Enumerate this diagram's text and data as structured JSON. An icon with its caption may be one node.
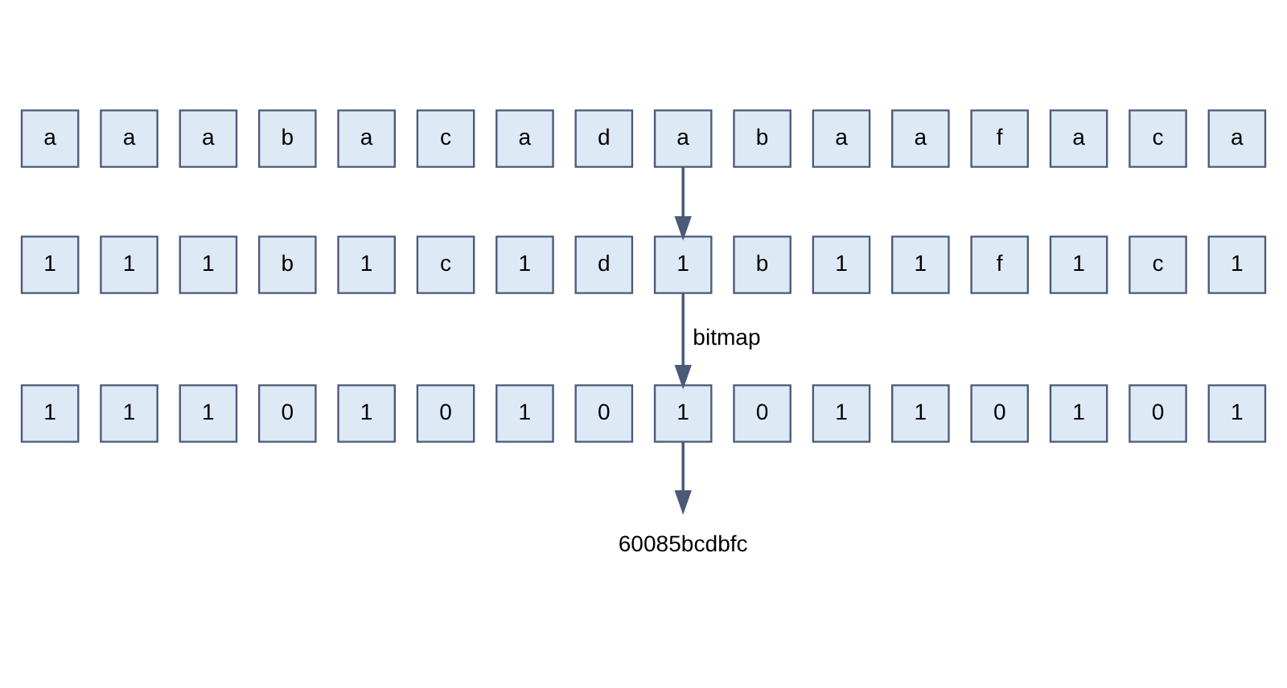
{
  "diagram": {
    "nodes": [
      {
        "text": [
          "a"
        ]
      },
      {
        "text": [
          "a"
        ]
      },
      {
        "text": [
          "a"
        ]
      },
      {
        "text": [
          "b"
        ]
      },
      {
        "text": [
          "a"
        ]
      },
      {
        "text": [
          "c"
        ]
      },
      {
        "text": [
          "a"
        ]
      },
      {
        "text": [
          "d"
        ]
      },
      {
        "text": [
          "a"
        ]
      },
      {
        "text": [
          "b"
        ]
      },
      {
        "text": [
          "a"
        ]
      },
      {
        "text": [
          "a"
        ]
      },
      {
        "text": [
          "f"
        ]
      },
      {
        "text": [
          "a"
        ]
      },
      {
        "text": [
          "c"
        ]
      },
      {
        "text": [
          "a"
        ]
      },
      {
        "text": [
          "1"
        ]
      },
      {
        "text": [
          "1"
        ]
      },
      {
        "text": [
          "1"
        ]
      },
      {
        "text": [
          "b"
        ]
      },
      {
        "text": [
          "1"
        ]
      },
      {
        "text": [
          "c"
        ]
      },
      {
        "text": [
          "1"
        ]
      },
      {
        "text": [
          "d"
        ]
      },
      {
        "text": [
          "1"
        ]
      },
      {
        "text": [
          "b"
        ]
      },
      {
        "text": [
          "1"
        ]
      },
      {
        "text": [
          "1"
        ]
      },
      {
        "text": [
          "f"
        ]
      },
      {
        "text": [
          "1"
        ]
      },
      {
        "text": [
          "c"
        ]
      },
      {
        "text": [
          "1"
        ]
      },
      {
        "text": [
          "1"
        ]
      },
      {
        "text": [
          "1"
        ]
      },
      {
        "text": [
          "1"
        ]
      },
      {
        "text": [
          "0"
        ]
      },
      {
        "text": [
          "1"
        ]
      },
      {
        "text": [
          "0"
        ]
      },
      {
        "text": [
          "1"
        ]
      },
      {
        "text": [
          "0"
        ]
      },
      {
        "text": [
          "1"
        ]
      },
      {
        "text": [
          "0"
        ]
      },
      {
        "text": [
          "1"
        ]
      },
      {
        "text": [
          "1"
        ]
      },
      {
        "text": [
          "0"
        ]
      },
      {
        "text": [
          "1"
        ]
      },
      {
        "text": [
          "0"
        ]
      },
      {
        "text": [
          "1"
        ]
      },
      {
        "text": [
          "60085bcdbfc"
        ]
      }
    ],
    "edges": [
      {
        "from": 8,
        "to": 24,
        "arrow": "to"
      },
      {
        "from": 24,
        "to": 40,
        "arrow": "to",
        "label": "bitmap"
      },
      {
        "from": 40,
        "to": 48,
        "arrow": "to"
      }
    ]
  }
}
